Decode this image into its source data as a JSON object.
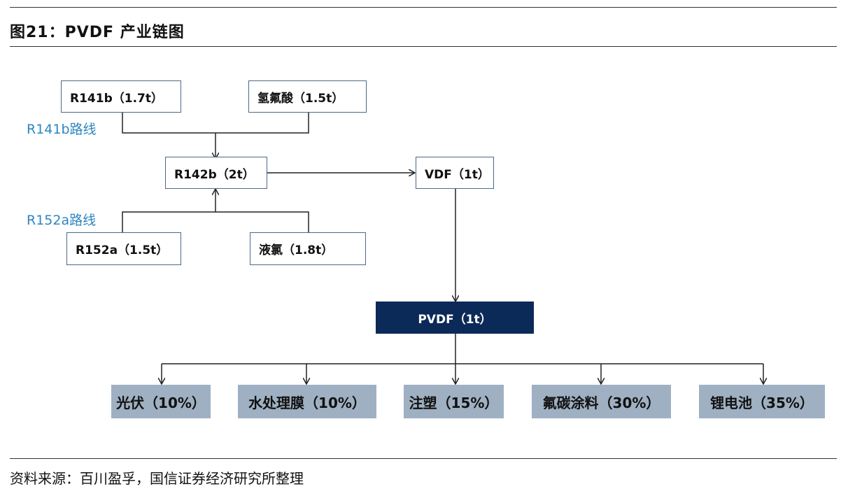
{
  "title": "图21：PVDF 产业链图",
  "source": "资料来源：百川盈孚，国信证券经济研究所整理",
  "colors": {
    "node_border": "#4a6a8a",
    "route_label": "#2e86c1",
    "pvdf_fill": "#0c2a58",
    "application_fill": "#9fb0c2",
    "line": "#222222"
  },
  "routes": {
    "r141b": "R141b路线",
    "r152a": "R152a路线"
  },
  "nodes": {
    "r141b": "R141b（1.7t）",
    "hf": "氢氟酸（1.5t）",
    "r142b": "R142b（2t）",
    "vdf": "VDF（1t）",
    "r152a": "R152a（1.5t）",
    "chlorine": "液氯（1.8t）",
    "pvdf": "PVDF（1t）"
  },
  "applications": [
    "光伏（10%）",
    "水处理膜（10%）",
    "注塑（15%）",
    "氟碳涂料（30%）",
    "锂电池（35%）"
  ]
}
